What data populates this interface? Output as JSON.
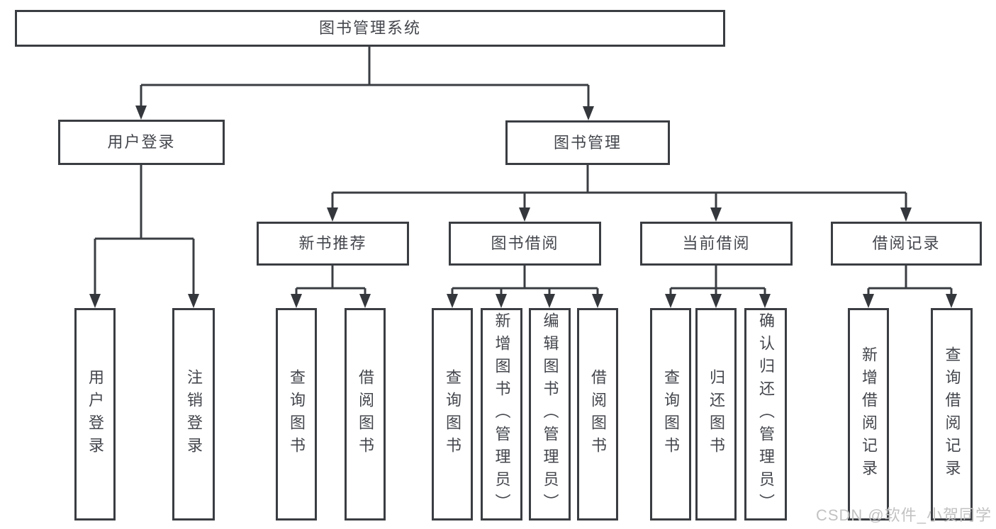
{
  "tree": {
    "root": {
      "label": "图书管理系统"
    },
    "children": [
      {
        "label": "用户登录",
        "children": [
          {
            "label": "用户登录"
          },
          {
            "label": "注销登录"
          }
        ]
      },
      {
        "label": "图书管理",
        "children": [
          {
            "label": "新书推荐",
            "children": [
              {
                "label": "查询图书"
              },
              {
                "label": "借阅图书"
              }
            ]
          },
          {
            "label": "图书借阅",
            "children": [
              {
                "label": "查询图书"
              },
              {
                "label": "新增图书（管理员）"
              },
              {
                "label": "编辑图书（管理员）"
              },
              {
                "label": "借阅图书"
              }
            ]
          },
          {
            "label": "当前借阅",
            "children": [
              {
                "label": "查询图书"
              },
              {
                "label": "归还图书"
              },
              {
                "label": "确认归还（管理员）"
              }
            ]
          },
          {
            "label": "借阅记录",
            "children": [
              {
                "label": "新增借阅记录"
              },
              {
                "label": "查询借阅记录"
              }
            ]
          }
        ]
      }
    ]
  },
  "watermark": {
    "text": "CSDN @软件_小贺同学"
  },
  "colors": {
    "line": "#3a3d42",
    "arrow": "#34373c",
    "box_border": "#3a3d42",
    "text": "#43464c",
    "watermark": "#c2c2c2",
    "background": "#ffffff"
  }
}
